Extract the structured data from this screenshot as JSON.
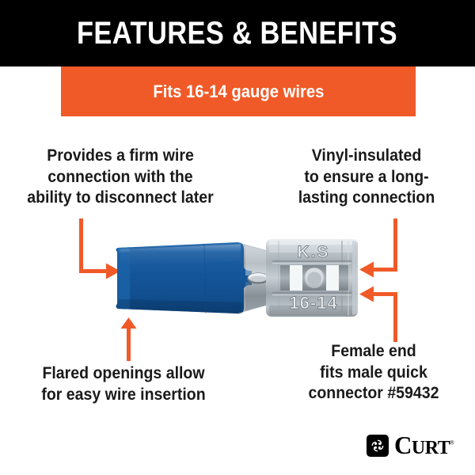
{
  "theme": {
    "orange": "#F05A28",
    "black": "#000000",
    "white": "#FFFFFF",
    "blue_vinyl": "#15599B",
    "metal": "#B9BFC4",
    "text": "#1A1A1A"
  },
  "header": {
    "title": "FEATURES & BENEFITS"
  },
  "subheader": {
    "text": "Fits 16-14 gauge wires"
  },
  "callouts": [
    {
      "id": "top-left",
      "text": "Provides a firm wire\nconnection with the\nability to disconnect later",
      "arrow": "elbow-down-right"
    },
    {
      "id": "top-right",
      "text": "Vinyl-insulated\nto ensure a long-\nlasting connection",
      "arrow": "elbow-down-left"
    },
    {
      "id": "bottom-left",
      "text": "Flared openings allow\nfor easy wire insertion",
      "arrow": "up"
    },
    {
      "id": "bottom-right",
      "text": "Female end\nfits male quick\nconnector #59432",
      "arrow": "elbow-up-left"
    }
  ],
  "product": {
    "name": "vinyl-insulated female quick connector",
    "vinyl_color": "#15599B",
    "stamp_top": "K.S",
    "stamp_bottom": "16-14"
  },
  "logo": {
    "wordmark": "CURT",
    "wordmark_lead": "C",
    "wordmark_rest": "URT",
    "registered": "®",
    "mark": "curt-pinwheel-icon"
  }
}
